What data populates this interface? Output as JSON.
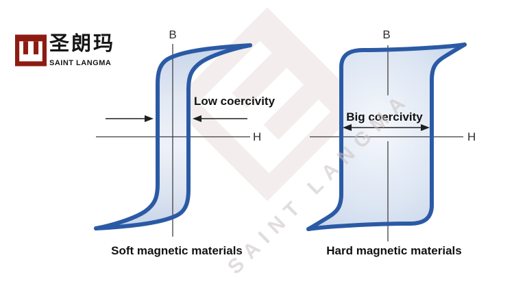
{
  "page": {
    "background": "#ffffff"
  },
  "logo": {
    "chinese_name": "圣朗玛",
    "latin_name": "SAINT LANGMA",
    "mark_color": "#8e1b12"
  },
  "watermark": {
    "text": "SAINT LANGMA",
    "text_color": "#d9d2d2",
    "mark_color": "#f3eded"
  },
  "colors": {
    "loop_stroke_blue": "#2b5aa5",
    "loop_fill_light": "#eef1f8",
    "loop_fill_dark": "#c7d4e9",
    "axis_line": "#3f3f3f",
    "arrow": "#1f1f1f",
    "text": "#111111"
  },
  "left_diagram": {
    "b_axis_label": "B",
    "h_axis_label": "H",
    "annotation": "Low coercivity",
    "caption": "Soft magnetic materials"
  },
  "right_diagram": {
    "b_axis_label": "B",
    "h_axis_label": "H",
    "annotation": "Big coercivity",
    "caption": "Hard magnetic materials"
  }
}
